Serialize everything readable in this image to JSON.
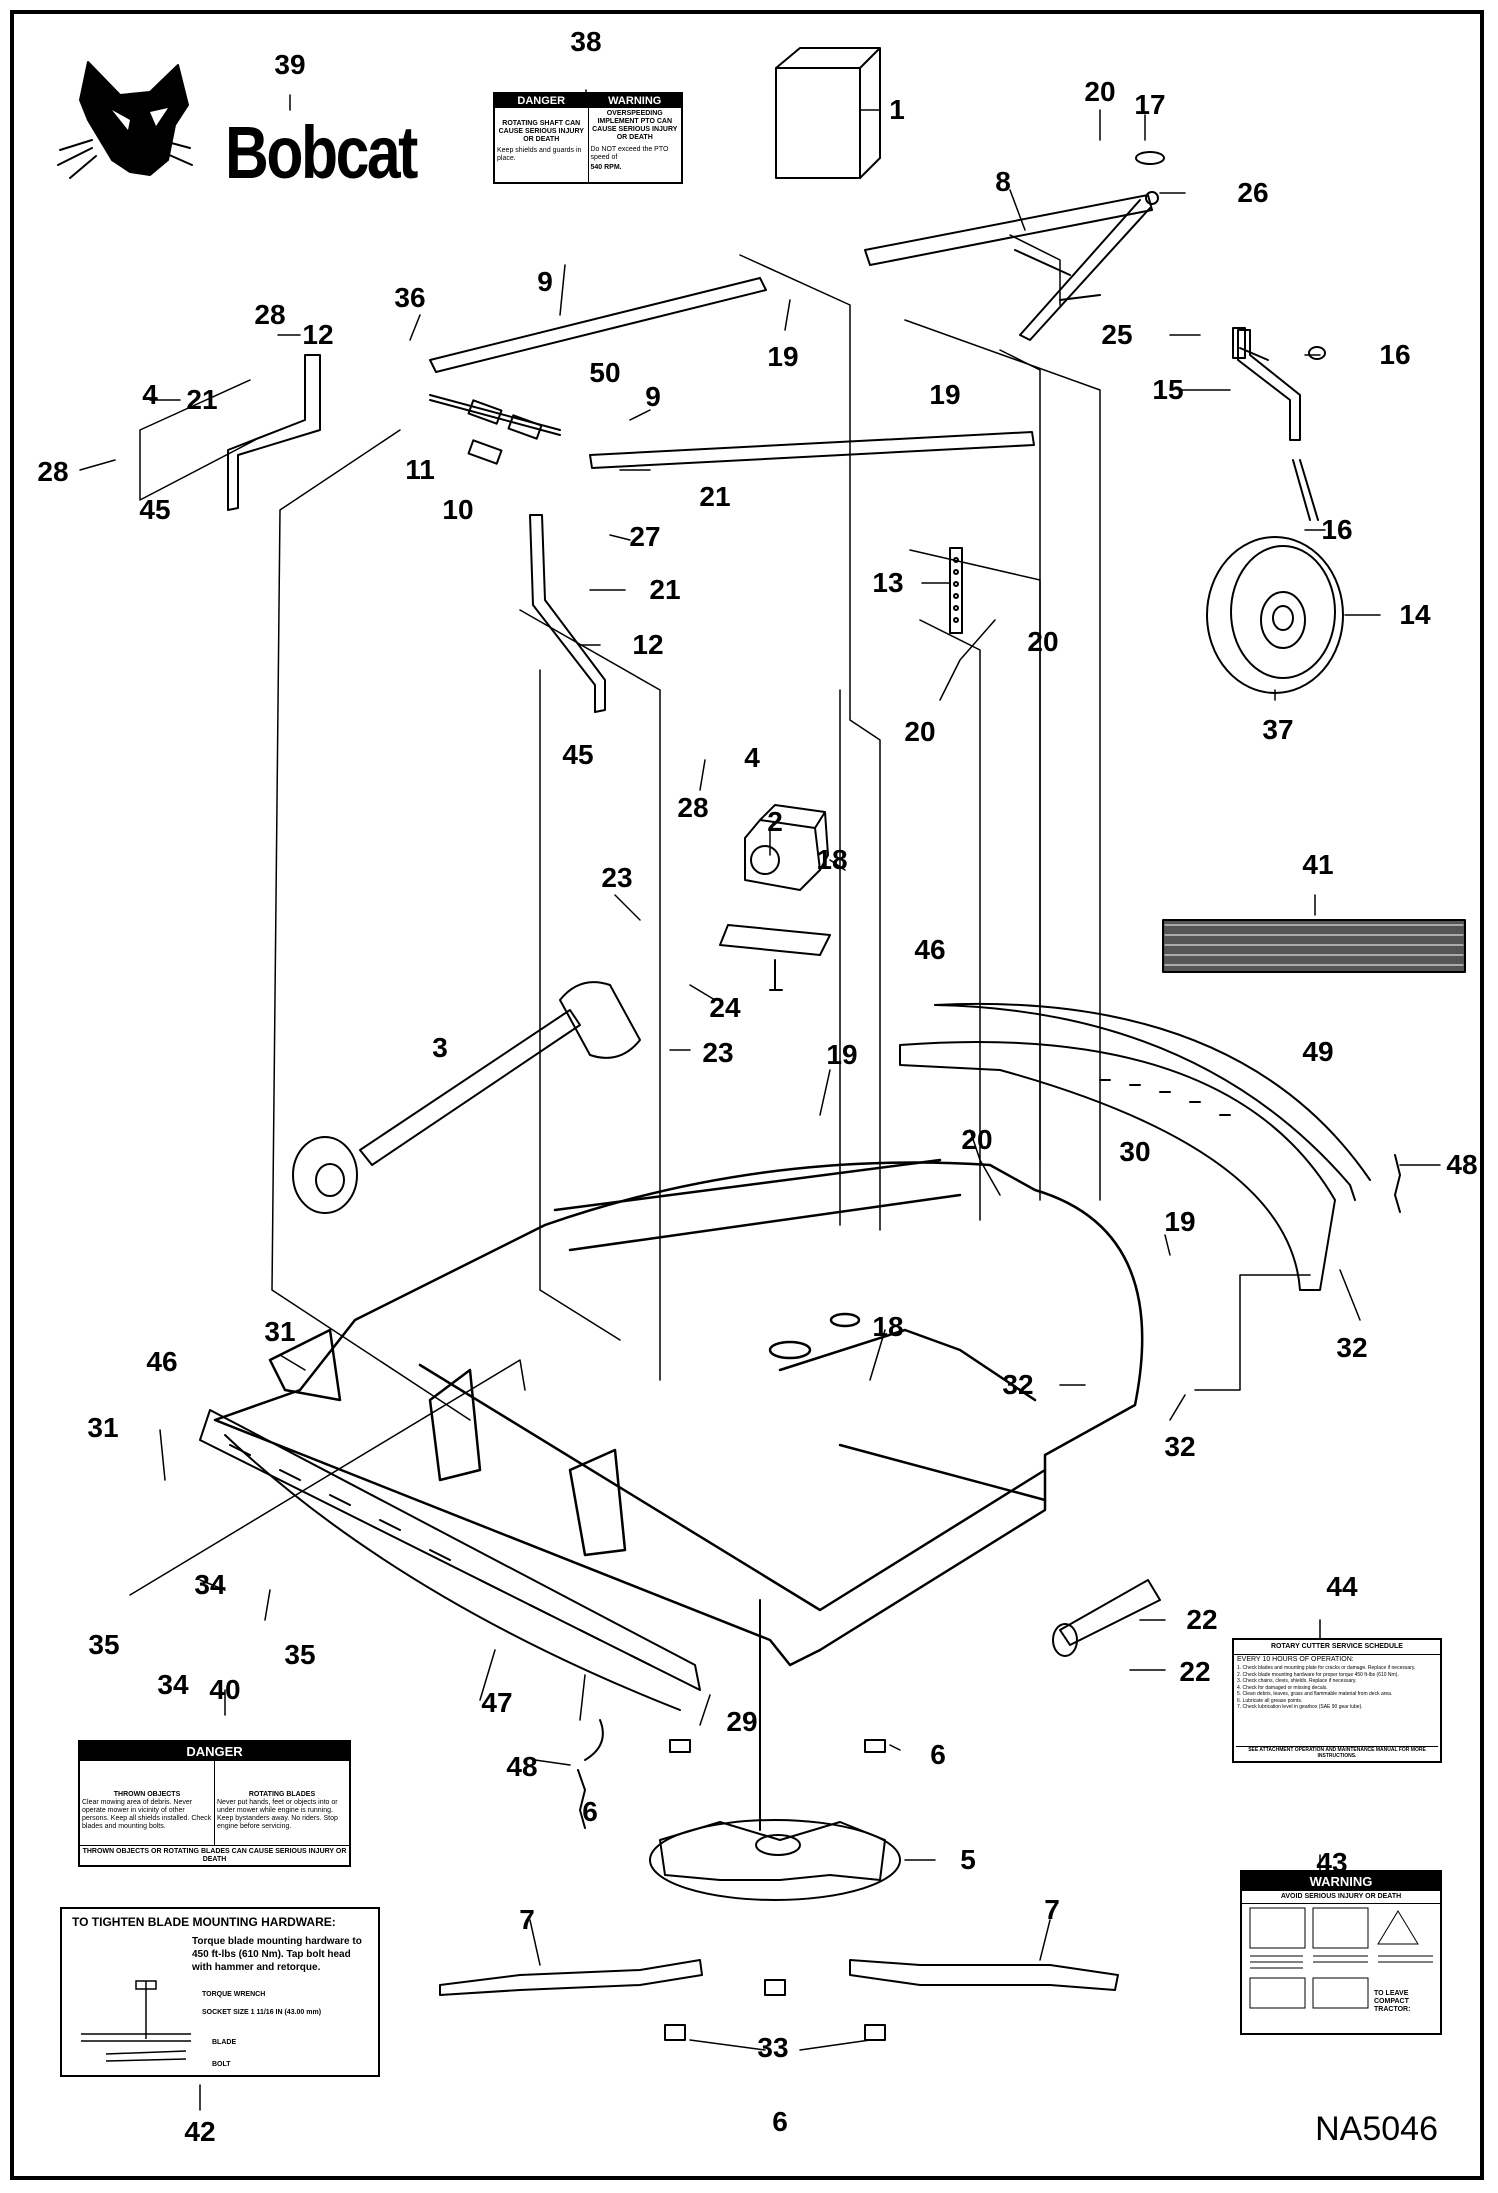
{
  "brand": {
    "name": "Bobcat"
  },
  "drawing_id": "NA5046",
  "callouts": {
    "c1": "1",
    "c2": "2",
    "c3": "3",
    "c4a": "4",
    "c4b": "4",
    "c5": "5",
    "c6a": "6",
    "c6b": "6",
    "c6c": "6",
    "c7a": "7",
    "c7b": "7",
    "c8": "8",
    "c9a": "9",
    "c9b": "9",
    "c10": "10",
    "c11": "11",
    "c12a": "12",
    "c12b": "12",
    "c13": "13",
    "c14": "14",
    "c15": "15",
    "c16a": "16",
    "c16b": "16",
    "c17": "17",
    "c18a": "18",
    "c18b": "18",
    "c19a": "19",
    "c19b": "19",
    "c19c": "19",
    "c19d": "19",
    "c20a": "20",
    "c20b": "20",
    "c20c": "20",
    "c20d": "20",
    "c21a": "21",
    "c21b": "21",
    "c21c": "21",
    "c22a": "22",
    "c22b": "22",
    "c23a": "23",
    "c23b": "23",
    "c24": "24",
    "c25": "25",
    "c26": "26",
    "c27": "27",
    "c28a": "28",
    "c28b": "28",
    "c28c": "28",
    "c29": "29",
    "c30": "30",
    "c31a": "31",
    "c31b": "31",
    "c32a": "32",
    "c32b": "32",
    "c32c": "32",
    "c33": "33",
    "c34a": "34",
    "c34b": "34",
    "c35a": "35",
    "c35b": "35",
    "c36": "36",
    "c37": "37",
    "c38": "38",
    "c39": "39",
    "c40": "40",
    "c41": "41",
    "c42": "42",
    "c43": "43",
    "c44": "44",
    "c45a": "45",
    "c45b": "45",
    "c46a": "46",
    "c46b": "46",
    "c47": "47",
    "c48a": "48",
    "c48b": "48",
    "c49": "49",
    "c50": "50"
  },
  "decal_38": {
    "danger_header": "DANGER",
    "warning_header": "WARNING",
    "danger_text": "ROTATING SHAFT CAN CAUSE SERIOUS INJURY OR DEATH",
    "danger_sub": "Keep shields and guards in place.",
    "warning_text": "OVERSPEEDING IMPLEMENT PTO CAN CAUSE SERIOUS INJURY OR DEATH",
    "warning_sub": "Do NOT exceed the PTO speed of",
    "warning_rpm": "540 RPM."
  },
  "decal_40": {
    "header": "DANGER",
    "left_title": "THROWN OBJECTS",
    "right_title": "ROTATING BLADES",
    "left_text": "Clear mowing area of debris. Never operate mower in vicinity of other persons. Keep all shields installed. Check blades and mounting bolts.",
    "right_text": "Never put hands, feet or objects into or under mower while engine is running. Keep bystanders away. No riders. Stop engine before servicing.",
    "footer": "THROWN OBJECTS OR ROTATING BLADES CAN CAUSE SERIOUS INJURY OR DEATH"
  },
  "decal_42": {
    "title": "TO TIGHTEN BLADE MOUNTING HARDWARE:",
    "instruction": "Torque blade mounting hardware to 450 ft-lbs (610 Nm). Tap bolt head with hammer and retorque.",
    "labels": [
      "TORQUE WRENCH",
      "SOCKET SIZE 1 11/16 IN (43.00 mm)",
      "BLADE",
      "BOLT"
    ]
  },
  "decal_43": {
    "header": "WARNING",
    "subheader": "AVOID SERIOUS INJURY OR DEATH",
    "right_title": "TO LEAVE COMPACT TRACTOR:"
  },
  "decal_44": {
    "title": "ROTARY CUTTER SERVICE SCHEDULE",
    "subtitle": "EVERY 10 HOURS OF OPERATION:",
    "items": [
      "1. Check blades and mounting plate for cracks or damage. Replace if necessary.",
      "2. Check blade mounting hardware for proper torque 450 ft-lbs (610 Nm).",
      "3. Check chains, clevis, shields. Replace if necessary.",
      "4. Check for damaged or missing decals.",
      "5. Clean debris, leaves, grass and flammable material from deck area.",
      "6. Lubricate all grease points.",
      "7. Check lubrication level in gearbox (SAE 90 gear lube)."
    ],
    "footer": "SEE ATTACHMENT OPERATION AND MAINTENANCE MANUAL FOR MORE INSTRUCTIONS."
  },
  "colors": {
    "ink": "#000000",
    "paper": "#ffffff"
  }
}
